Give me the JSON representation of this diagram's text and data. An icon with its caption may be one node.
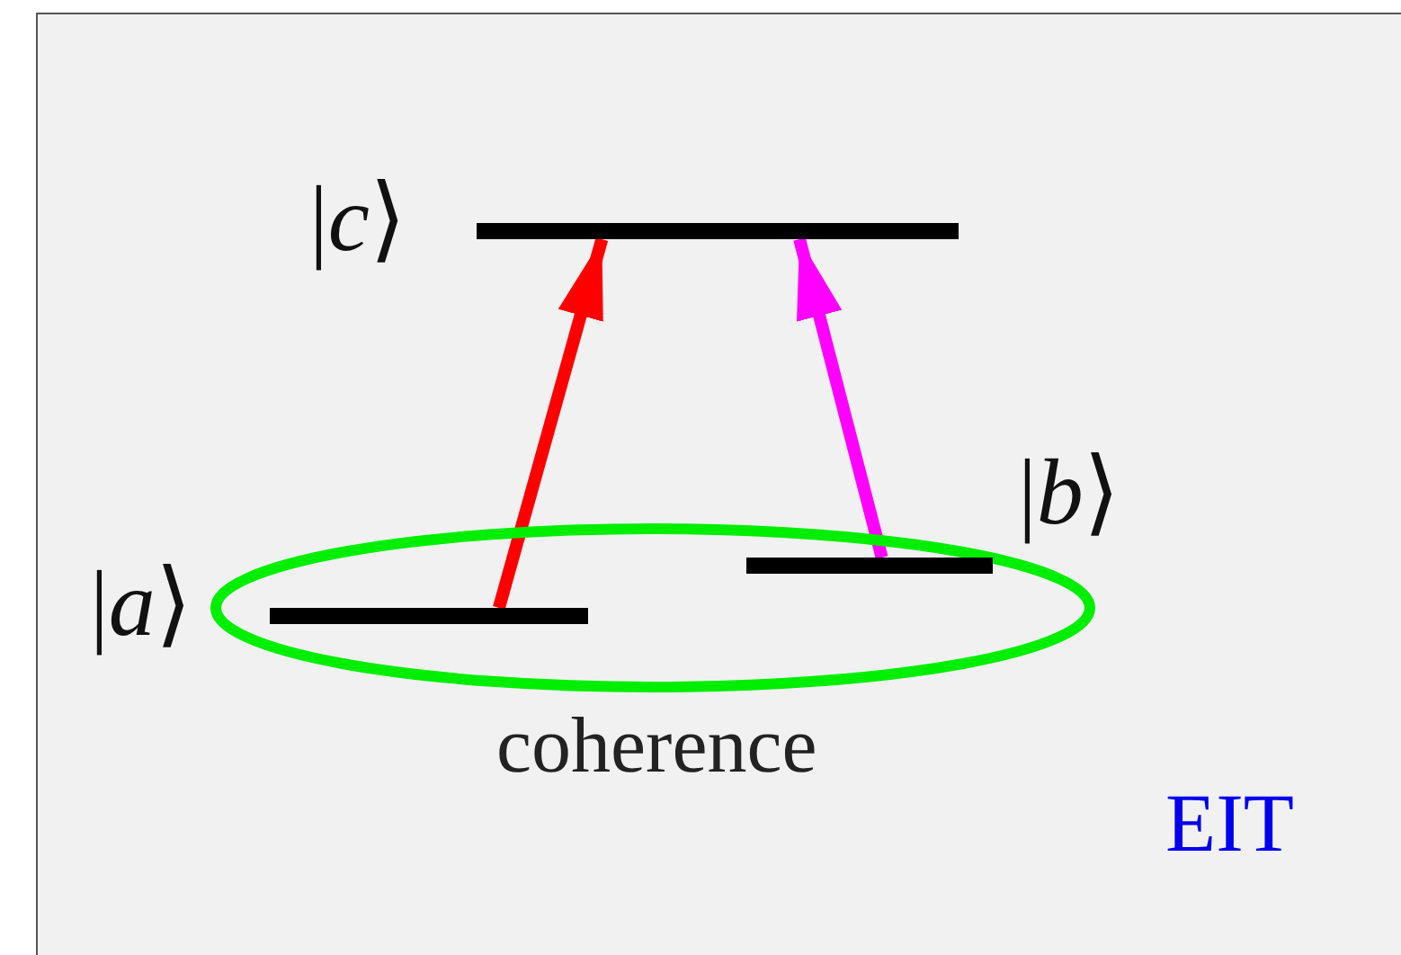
{
  "diagram": {
    "nodes": [
      {
        "text": [],
        "shape": "bar",
        "beside": [
          "|*c*⟩"
        ]
      },
      {
        "text": [
          "coherence"
        ]
      },
      {
        "text": [],
        "shape": "bar",
        "in": 1,
        "beside": [
          "|*a*⟩"
        ]
      },
      {
        "text": [],
        "shape": "bar",
        "in": 1,
        "beside": [
          "|*b*⟩"
        ]
      }
    ],
    "edges": [
      {
        "from": 2,
        "to": 0,
        "arrow": "to",
        "color": "#ff0000"
      },
      {
        "from": 3,
        "to": 0,
        "arrow": "to",
        "color": "#ff00ff"
      }
    ],
    "labels": [
      "EIT"
    ]
  }
}
